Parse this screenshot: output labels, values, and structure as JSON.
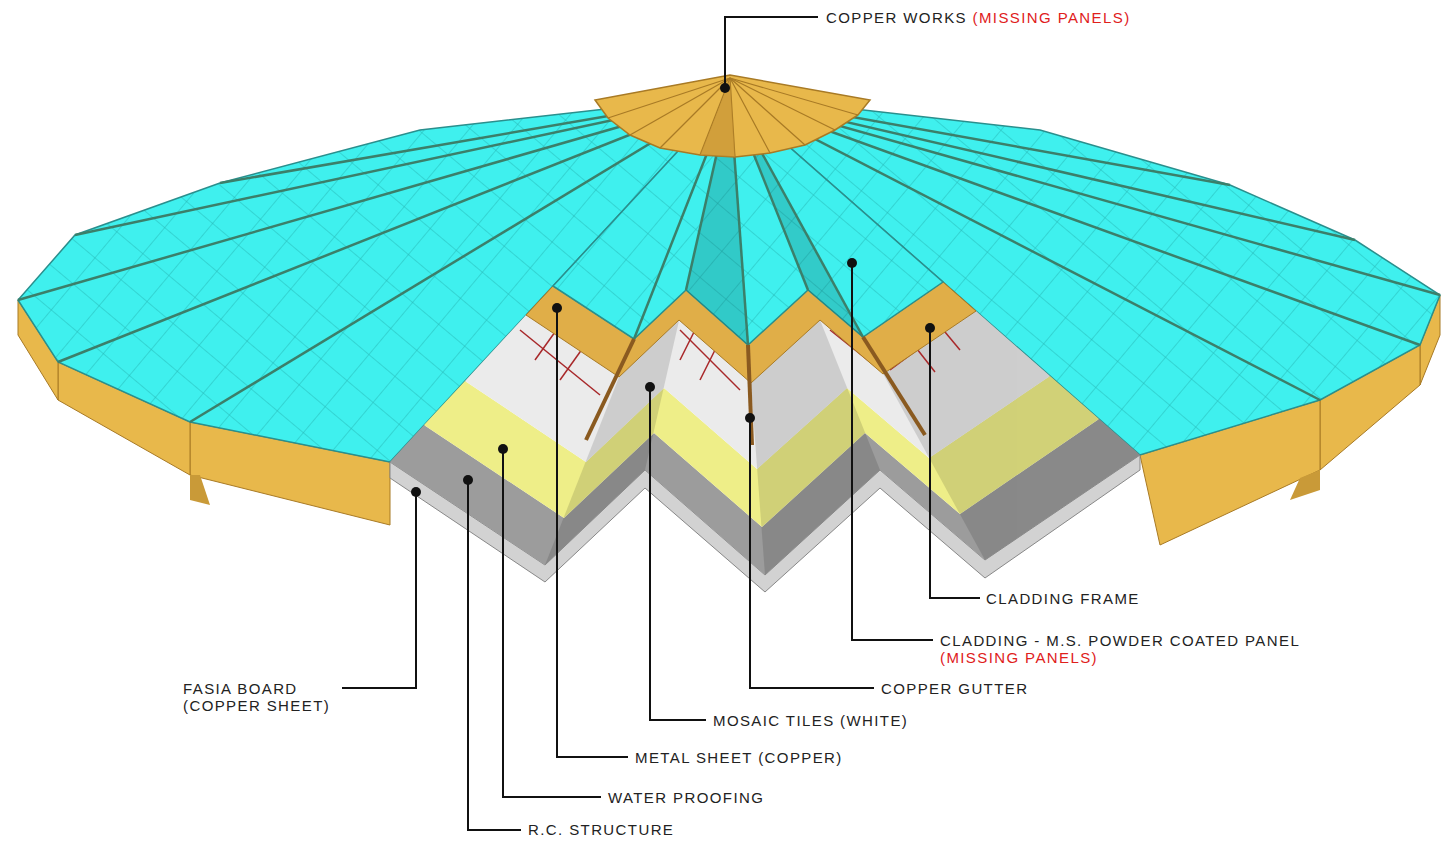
{
  "diagram": {
    "labels": [
      "COPPER WORKS",
      "(MISSING PANELS)",
      "CLADDING FRAME",
      "CLADDING - M.S. POWDER COATED PANEL",
      "(MISSING PANELS)",
      "COPPER GUTTER",
      "MOSAIC TILES (WHITE)",
      "METAL SHEET (COPPER)",
      "WATER PROOFING",
      "R.C. STRUCTURE",
      "FASIA BOARD (COPPER SHEET)"
    ]
  }
}
